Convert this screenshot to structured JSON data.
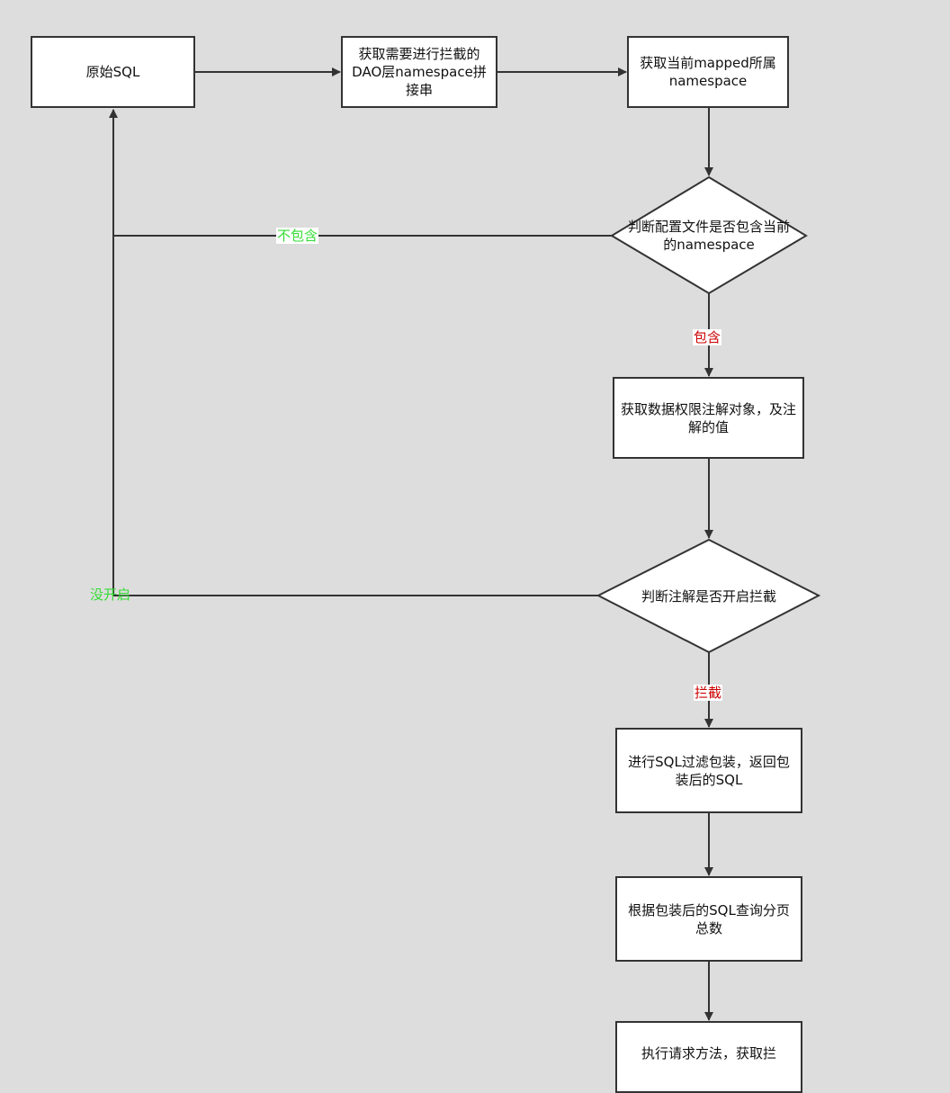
{
  "nodes": {
    "raw_sql": "原始SQL",
    "get_dao_namespace": "获取需要进行拦截的DAO层namespace拼接串",
    "get_mapped_namespace": "获取当前mapped所属namespace",
    "check_config_contains": "判断配置文件是否包含当前的namespace",
    "get_annotation": "获取数据权限注解对象，及注解的值",
    "check_interception_enabled": "判断注解是否开启拦截",
    "filter_wrap_sql": "进行SQL过滤包装，返回包装后的SQL",
    "query_page_total": "根据包装后的SQL查询分页总数",
    "execute_request": "执行请求方法，获取拦"
  },
  "edge_labels": {
    "not_contains": "不包含",
    "contains": "包含",
    "not_enabled": "没开启",
    "intercept": "拦截"
  },
  "colors": {
    "background": "#dddddd",
    "node_fill": "#ffffff",
    "stroke": "#333333",
    "label_green": "#33dd33",
    "label_red": "#cc0000"
  }
}
